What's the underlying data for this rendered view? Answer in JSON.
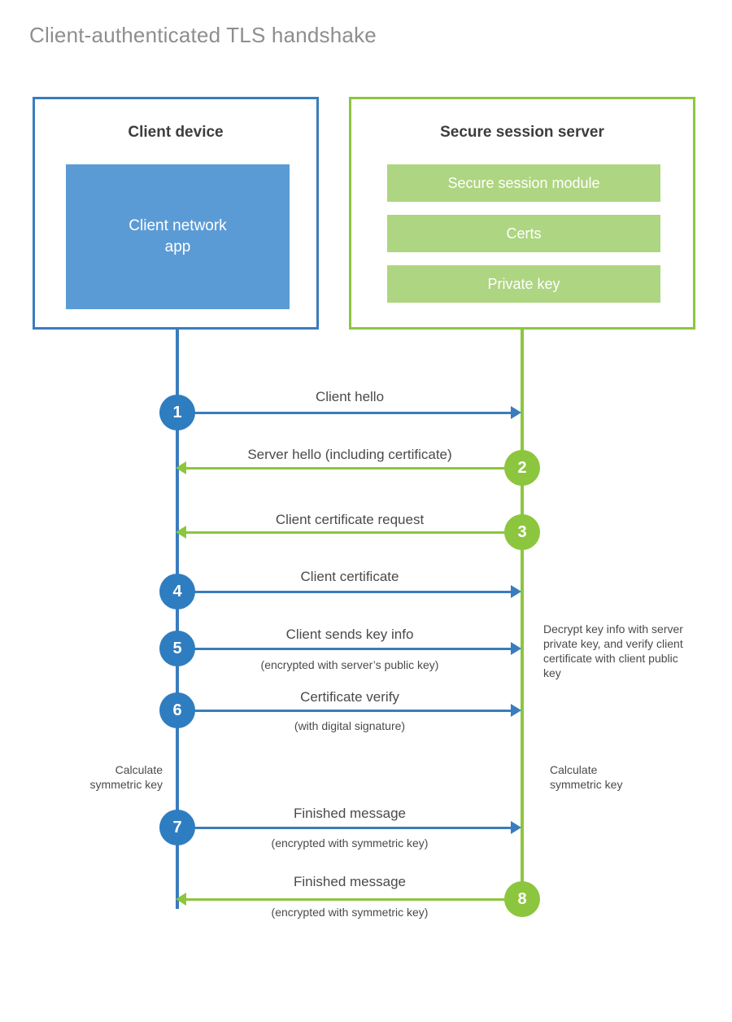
{
  "diagram": {
    "title": "Client-authenticated TLS handshake",
    "colors": {
      "client_blue": "#3a7cbd",
      "client_app_fill": "#5b9bd5",
      "server_green": "#8cc63f",
      "server_bar_fill": "#aed581",
      "badge_blue": "#2e7dc0",
      "text_gray": "#4a4a4a",
      "title_gray": "#8e8e8e"
    }
  },
  "participants": {
    "client": {
      "title": "Client device",
      "app_label": "Client network\napp",
      "app_label_line1": "Client network",
      "app_label_line2": "app"
    },
    "server": {
      "title": "Secure session server",
      "bars": [
        {
          "label": "Secure session module"
        },
        {
          "label": "Certs"
        },
        {
          "label": "Private key"
        }
      ]
    }
  },
  "messages": [
    {
      "step": "1",
      "label": "Client hello",
      "sublabel": "",
      "direction": "client-to-server",
      "color": "blue"
    },
    {
      "step": "2",
      "label": "Server hello (including certificate)",
      "sublabel": "",
      "direction": "server-to-client",
      "color": "green"
    },
    {
      "step": "3",
      "label": "Client certificate request",
      "sublabel": "",
      "direction": "server-to-client",
      "color": "green"
    },
    {
      "step": "4",
      "label": "Client certificate",
      "sublabel": "",
      "direction": "client-to-server",
      "color": "blue"
    },
    {
      "step": "5",
      "label": "Client sends key info",
      "sublabel": "(encrypted with server’s public key)",
      "direction": "client-to-server",
      "color": "blue"
    },
    {
      "step": "6",
      "label": "Certificate verify",
      "sublabel": "(with digital signature)",
      "direction": "client-to-server",
      "color": "blue"
    },
    {
      "step": "7",
      "label": "Finished message",
      "sublabel": "(encrypted with symmetric key)",
      "direction": "client-to-server",
      "color": "blue"
    },
    {
      "step": "8",
      "label": "Finished message",
      "sublabel": "(encrypted with symmetric key)",
      "direction": "server-to-client",
      "color": "green"
    }
  ],
  "notes": {
    "server_processing": "Decrypt key info with server private key, and verify client certificate with client public key",
    "client_calculate": "Calculate\nsymmetric key",
    "client_calculate_line1": "Calculate",
    "client_calculate_line2": "symmetric key",
    "server_calculate_line1": "Calculate",
    "server_calculate_line2": "symmetric key"
  }
}
